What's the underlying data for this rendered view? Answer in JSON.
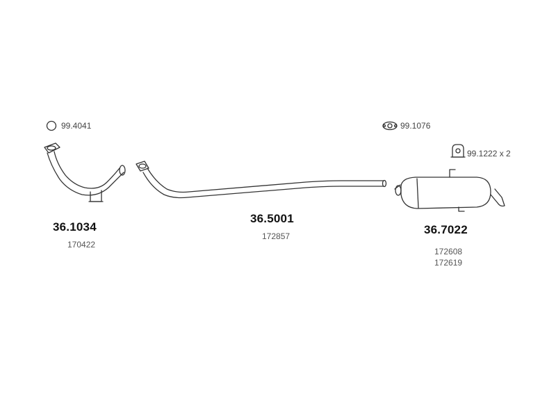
{
  "accessories": [
    {
      "code": "99.4041",
      "icon": "ring-gasket-icon"
    },
    {
      "code": "99.1076",
      "icon": "flange-gasket-icon"
    },
    {
      "code": "99.1222 x 2",
      "icon": "rubber-mount-icon"
    }
  ],
  "parts": [
    {
      "code": "36.1034",
      "refs": [
        "170422"
      ],
      "name": "front-pipe"
    },
    {
      "code": "36.5001",
      "refs": [
        "172857"
      ],
      "name": "middle-pipe"
    },
    {
      "code": "36.7022",
      "refs": [
        "172608",
        "172619"
      ],
      "name": "rear-silencer"
    }
  ]
}
